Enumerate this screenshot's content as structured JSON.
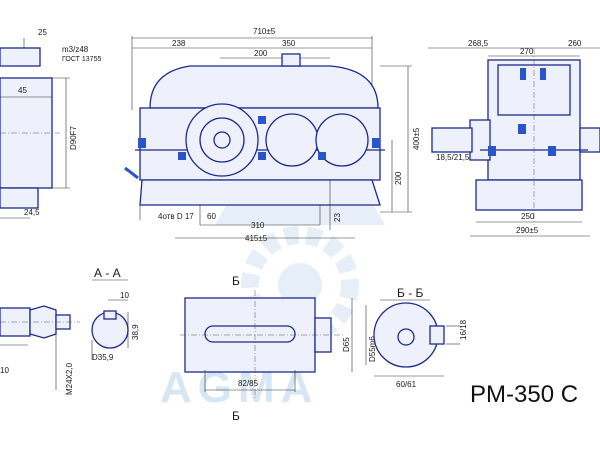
{
  "watermark": "AGMA",
  "model": "PM-350 C",
  "dimensions": {
    "shaft_top": "25",
    "shaft_spline": "m3/z48",
    "shaft_gost": "ГОСТ 13755",
    "shaft_len": "45",
    "shaft_dia": "D90F7",
    "shaft_bottom": "24,5",
    "overall_len": "710±5",
    "len_238": "238",
    "len_350": "350",
    "len_200": "200",
    "height_400": "400±5",
    "height_200": "200",
    "holes": "4отв D 17",
    "base_60": "60",
    "base_310": "310",
    "base_415": "415±5",
    "base_23": "23",
    "side_268": "268,5",
    "side_260": "260",
    "side_270": "270",
    "side_shaft": "18,5/21,5",
    "side_250": "250",
    "side_290": "290±5",
    "sec_aa_label": "А - А",
    "sec_aa_10": "10",
    "sec_aa_38": "38,9",
    "sec_aa_d": "D35,9",
    "thread": "M24X2,0",
    "small_10": "10",
    "sec_b_top": "Б",
    "sec_b_bottom": "Б",
    "key_len": "82/85",
    "d65": "D65",
    "d55": "D55m6",
    "sec_bb_label": "Б - Б",
    "bb_16": "16/18",
    "bb_60": "60/61"
  }
}
